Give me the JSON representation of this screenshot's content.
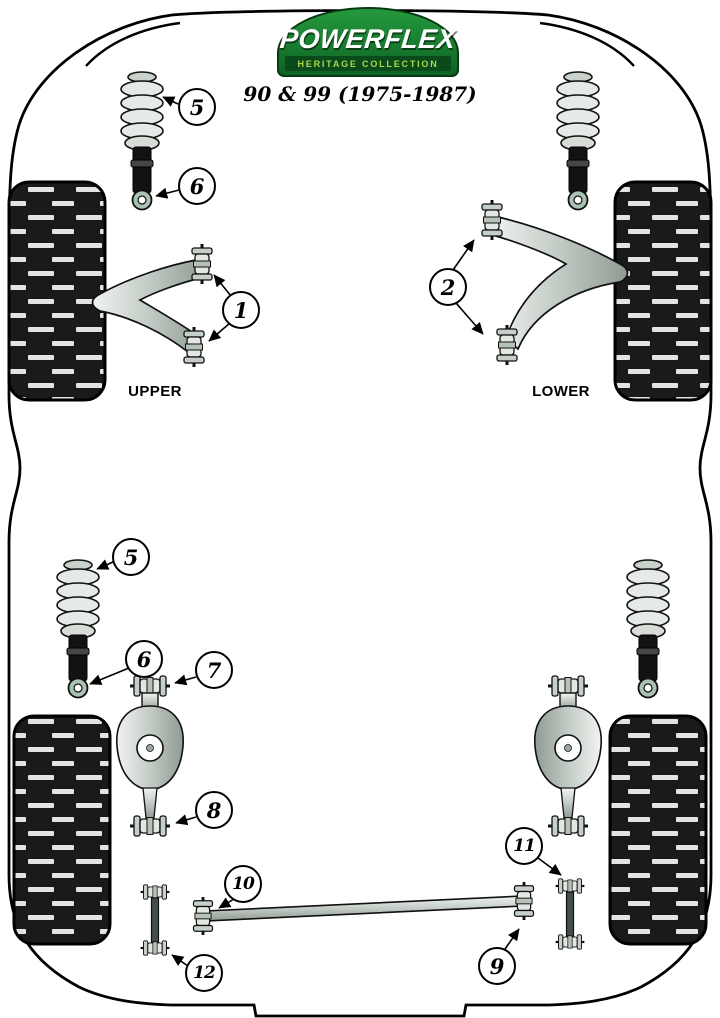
{
  "header": {
    "brand": "POWERFLEX",
    "collection": "HERITAGE COLLECTION",
    "model": "90 & 99 (1975-1987)"
  },
  "labels": {
    "upper": "UPPER",
    "lower": "LOWER"
  },
  "callouts": [
    {
      "id": "front-spring",
      "label": "5"
    },
    {
      "id": "front-shock-mount",
      "label": "6"
    },
    {
      "id": "front-upper-arm-bushes",
      "label": "1"
    },
    {
      "id": "front-lower-arm-bushes",
      "label": "2"
    },
    {
      "id": "rear-spring",
      "label": "5"
    },
    {
      "id": "rear-shock-mount",
      "label": "6"
    },
    {
      "id": "rear-arm-front-bush",
      "label": "7"
    },
    {
      "id": "rear-arm-rear-bush",
      "label": "8"
    },
    {
      "id": "panhard-rod-left-bush",
      "label": "10"
    },
    {
      "id": "link-right-bush",
      "label": "11"
    },
    {
      "id": "panhard-rod-right-bush",
      "label": "9"
    },
    {
      "id": "link-left-bush",
      "label": "12"
    }
  ],
  "colors": {
    "brand_green": "#17842e",
    "brand_dark_green": "#0a4a1b",
    "heritage_text": "#a6d94e",
    "outline": "#000000",
    "metal_light": "#e6eae6",
    "metal_mid": "#b9c4bd",
    "bush_teal": "#a9c3b2",
    "tire_black": "#1a1a1a"
  }
}
